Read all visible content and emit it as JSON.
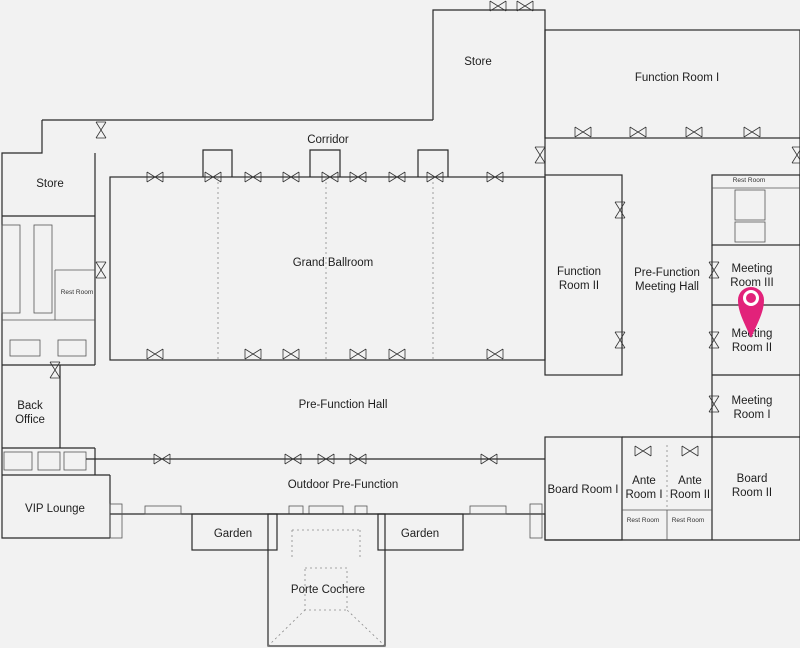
{
  "rooms": {
    "store_top": "Store",
    "function_room_1": "Function Room I",
    "corridor": "Corridor",
    "store_left": "Store",
    "grand_ballroom": "Grand Ballroom",
    "function_room_2": [
      "Function",
      "Room II"
    ],
    "pre_function_meeting_hall": [
      "Pre-Function",
      "Meeting Hall"
    ],
    "rest_room_left": "Rest Room",
    "rest_room_right": "Rest Room",
    "meeting_room_3": [
      "Meeting",
      "Room III"
    ],
    "meeting_room_2": [
      "Meeting",
      "Room II"
    ],
    "meeting_room_1": [
      "Meeting",
      "Room I"
    ],
    "back_office": [
      "Back",
      "Office"
    ],
    "pre_function_hall": "Pre-Function Hall",
    "vip_lounge": "VIP Lounge",
    "outdoor_pre_function": "Outdoor Pre-Function",
    "board_room_1": "Board Room I",
    "ante_room_1": [
      "Ante",
      "Room I"
    ],
    "ante_room_2": [
      "Ante",
      "Room II"
    ],
    "board_room_2": [
      "Board",
      "Room II"
    ],
    "rest_room_ante_1": "Rest Room",
    "rest_room_ante_2": "Rest Room",
    "garden_left": "Garden",
    "garden_right": "Garden",
    "porte_cochere": "Porte Cochere"
  },
  "marker": {
    "room": "Meeting Room II",
    "color": "#e2227a",
    "icon": "map-pin-icon"
  }
}
